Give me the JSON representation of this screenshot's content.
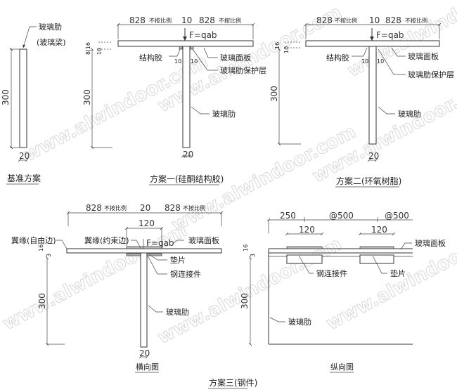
{
  "watermark": "www.alwindoor.com",
  "panel_base": {
    "title": "基准方案",
    "rib_label": "玻璃肋",
    "beam_label": "(玻璃梁)",
    "height_dim": "300",
    "width_dim": "20"
  },
  "panel_silicone": {
    "title": "方案一(硅酮结构胶)",
    "span_left": "828",
    "span_right": "828",
    "not_to_scale": "不按比例",
    "gap_dim": "10",
    "load": "F=qab",
    "thick_dim": "8|16",
    "cover_dim": "10",
    "height_dim": "300",
    "width_dim": "20",
    "glue_w1": "10",
    "glue_w2": "10",
    "glue_label": "结构胶",
    "panel_label": "玻璃面板",
    "protect_label": "玻璃肋保护层",
    "rib_label": "玻璃肋"
  },
  "panel_epoxy": {
    "title": "方案二(环氧树脂)",
    "span_left": "828",
    "span_right": "828",
    "not_to_scale": "不按比例",
    "gap_dim": "10",
    "load": "F=qab",
    "thick_dim": "16",
    "cover_dim": "10",
    "height_dim": "300",
    "width_dim": "20",
    "glue_w1": "10",
    "glue_w2": "10",
    "glue_label": "结构胶",
    "panel_label": "玻璃面板",
    "protect_label": "玻璃肋保护层",
    "rib_label": "玻璃肋"
  },
  "panel_steel": {
    "title": "方案三(钢件)",
    "transverse": {
      "caption": "横向图",
      "span_left": "828",
      "span_right": "828",
      "not_to_scale": "不按比例",
      "gap_dim": "20",
      "plate_dim": "120",
      "load": "F=qab",
      "thick_dim": "16",
      "gap2_dim": "3",
      "height_dim": "300",
      "width_dim": "20",
      "free_flange": "翼缘(自由边)",
      "fixed_flange": "翼缘(约束边)",
      "panel_label": "玻璃面板",
      "shim_label": "垫片",
      "connector_label": "钢连接件",
      "rib_label": "玻璃肋"
    },
    "longitudinal": {
      "caption": "纵向图",
      "edge_dim": "250",
      "spacing1": "@500",
      "spacing2": "@500",
      "plate1_dim": "120",
      "plate2_dim": "120",
      "thick_dim": "16",
      "gap2_dim": "3",
      "height_dim": "300",
      "panel_label": "玻璃面板",
      "connector_label": "钢连接件",
      "shim_label": "垫片",
      "rib_label": "玻璃肋"
    }
  }
}
